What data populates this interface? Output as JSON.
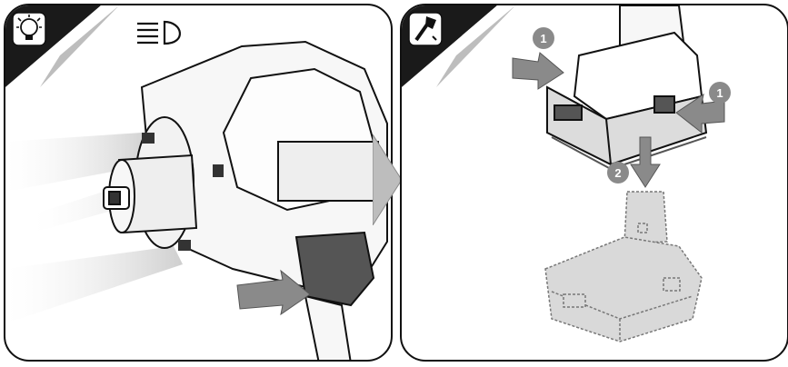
{
  "colors": {
    "outline": "#111111",
    "corner_tab": "#1a1a1a",
    "light_beam": "#d8d8d8",
    "arrow_fill": "#8a8a8a",
    "badge_fill": "#8a8a8a",
    "tool_body": "#f7f7f7",
    "battery_body": "#dcdcdc",
    "ghost_battery": "#d9d9d9"
  },
  "icons": {
    "panel1_corner": "light-bulb-icon",
    "panel1_symbol": "headlight-icon",
    "panel2_corner": "wrench-tool-icon"
  },
  "panel2": {
    "step_badges": [
      {
        "label": "1"
      },
      {
        "label": "1"
      },
      {
        "label": "2"
      }
    ]
  }
}
